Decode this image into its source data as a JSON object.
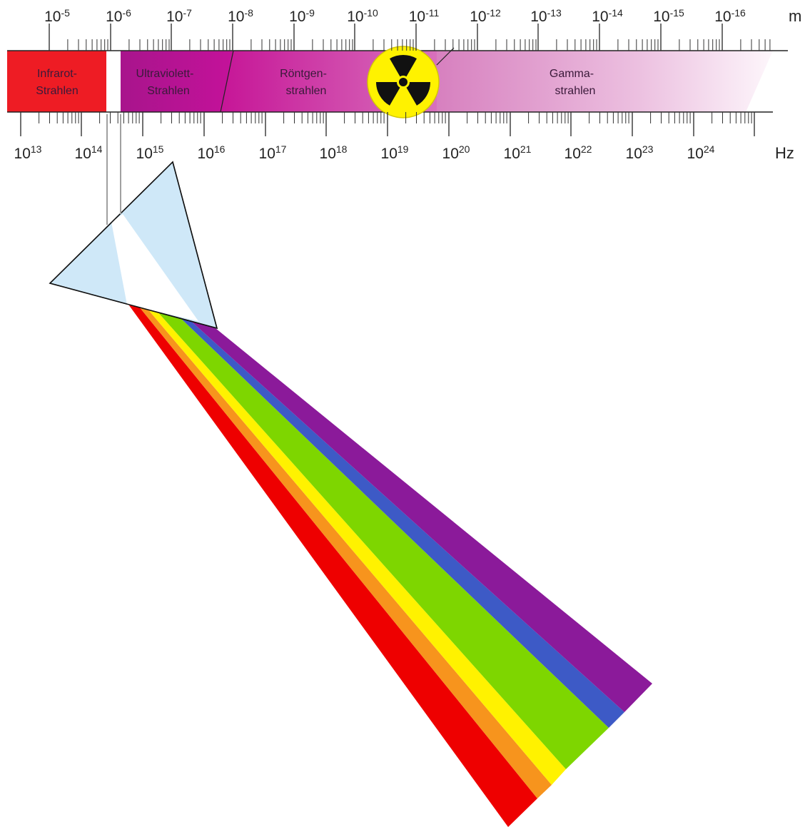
{
  "wavelength_axis": {
    "base": "10",
    "exponents": [
      "-5",
      "-6",
      "-7",
      "-8",
      "-9",
      "-10",
      "-11",
      "-12",
      "-13",
      "-14",
      "-15",
      "-16"
    ],
    "unit": "m"
  },
  "frequency_axis": {
    "base": "10",
    "exponents": [
      "13",
      "14",
      "15",
      "16",
      "17",
      "18",
      "19",
      "20",
      "21",
      "22",
      "23",
      "24"
    ],
    "unit": "Hz"
  },
  "regions": [
    {
      "line1": "Infrarot-",
      "line2": "Strahlen",
      "color": "#ee1c24"
    },
    {
      "line1": "Ultraviolett-",
      "line2": "Strahlen",
      "color": "#b5168f"
    },
    {
      "line1": "Röntgen-",
      "line2": "strahlen",
      "color": "#c8309e"
    },
    {
      "line1": "Gamma-",
      "line2": "strahlen",
      "color": "#e6a9d6"
    }
  ],
  "visible_gap_color": "#ffffff",
  "radiation_symbol": {
    "icon": "radiation-trefoil-icon",
    "fill": "#fff200",
    "symbol": "#111111"
  },
  "prism": {
    "fill": "#cfe8f8",
    "beam": "#ffffff"
  },
  "spectrum_colors": {
    "red": "#ee0000",
    "orange": "#f7941d",
    "yellow": "#fff200",
    "green": "#7ed600",
    "blue": "#3d5ac6",
    "violet": "#8b1a9a"
  }
}
